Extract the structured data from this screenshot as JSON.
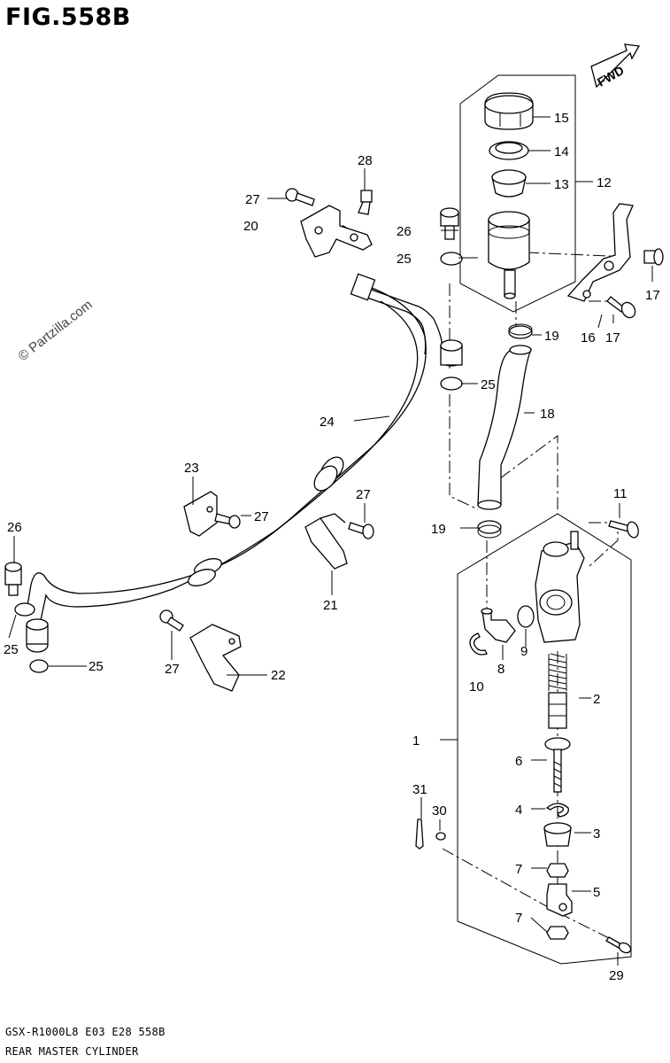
{
  "figure": {
    "title": "FIG.558B",
    "watermark": "© Partzilla.com",
    "direction_badge": "FWD",
    "model_code": "GSX-R1000L8  E03  E28  558B",
    "caption": "REAR MASTER CYLINDER"
  },
  "callouts": {
    "n1": "1",
    "n2": "2",
    "n3": "3",
    "n4": "4",
    "n5": "5",
    "n6": "6",
    "n7a": "7",
    "n7b": "7",
    "n8": "8",
    "n9": "9",
    "n10": "10",
    "n11": "11",
    "n12": "12",
    "n13": "13",
    "n14": "14",
    "n15": "15",
    "n16": "16",
    "n17a": "17",
    "n17b": "17",
    "n18": "18",
    "n19a": "19",
    "n19b": "19",
    "n20": "20",
    "n21": "21",
    "n22": "22",
    "n23": "23",
    "n24": "24",
    "n25a": "25",
    "n25b": "25",
    "n25c": "25",
    "n25d": "25",
    "n26a": "26",
    "n26b": "26",
    "n27a": "27",
    "n27b": "27",
    "n27c": "27",
    "n27d": "27",
    "n28": "28",
    "n29": "29",
    "n30": "30",
    "n31": "31"
  }
}
